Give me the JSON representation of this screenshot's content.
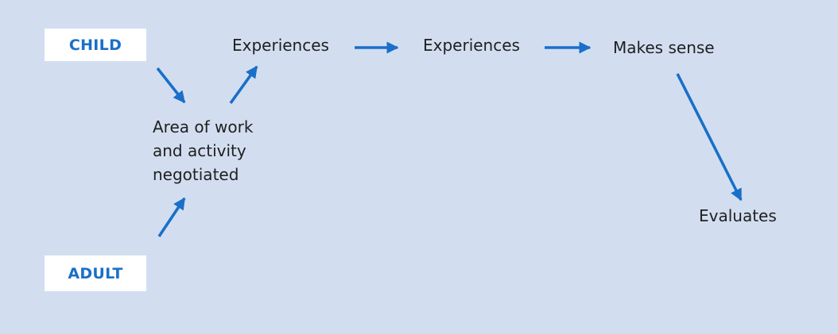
{
  "colors": {
    "background": "#d2def0",
    "box_fill": "#ffffff",
    "accent": "#1a6fc9",
    "text": "#1f1f1f"
  },
  "nodes": {
    "child": "CHILD",
    "adult": "ADULT",
    "area": {
      "line1": "Area of work",
      "line2": "and activity",
      "line3": "negotiated"
    },
    "experiences_1": "Experiences",
    "experiences_2": "Experiences",
    "makes_sense": "Makes sense",
    "evaluates": "Evaluates"
  },
  "edges": [
    {
      "from": "CHILD",
      "to": "Area of work and activity negotiated"
    },
    {
      "from": "ADULT",
      "to": "Area of work and activity negotiated"
    },
    {
      "from": "Area of work and activity negotiated",
      "to": "Experiences"
    },
    {
      "from": "Experiences",
      "to": "Experiences"
    },
    {
      "from": "Experiences",
      "to": "Makes sense"
    },
    {
      "from": "Makes sense",
      "to": "Evaluates"
    }
  ]
}
